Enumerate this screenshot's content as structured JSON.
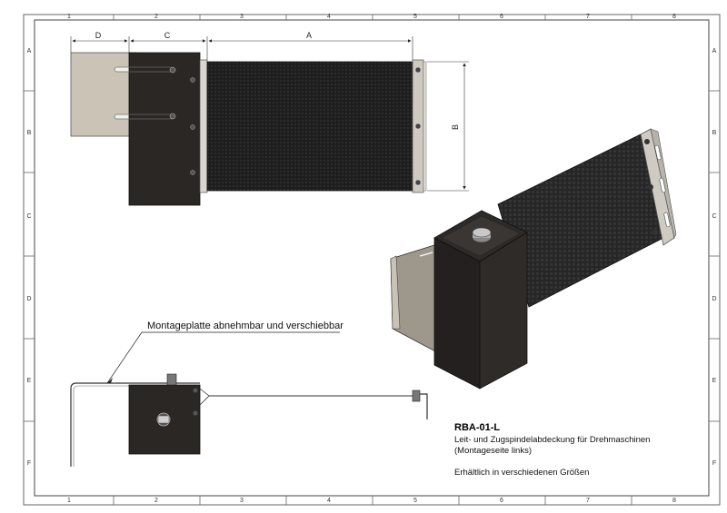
{
  "grid": {
    "columns": [
      "1",
      "2",
      "3",
      "4",
      "5",
      "6",
      "7",
      "8"
    ],
    "rows": [
      "A",
      "B",
      "C",
      "D",
      "E",
      "F"
    ]
  },
  "dimensions": {
    "a": "A",
    "b": "B",
    "c": "C",
    "d": "D"
  },
  "callout": {
    "label": "Montageplatte abnehmbar und verschiebbar"
  },
  "title_block": {
    "title": "RBA-01-L",
    "line1": "Leit- und Zugspindelabdeckung für Drehmaschinen",
    "line2": "(Montageseite links)",
    "line3": "Erhältlich in verschiedenen Größen"
  },
  "colors": {
    "frame": "#555555",
    "body_dark": "#2a2624",
    "plate_beige": "#c9c2b5",
    "bellows": "#1c1c1c",
    "metal_light": "#d8d6d0"
  }
}
